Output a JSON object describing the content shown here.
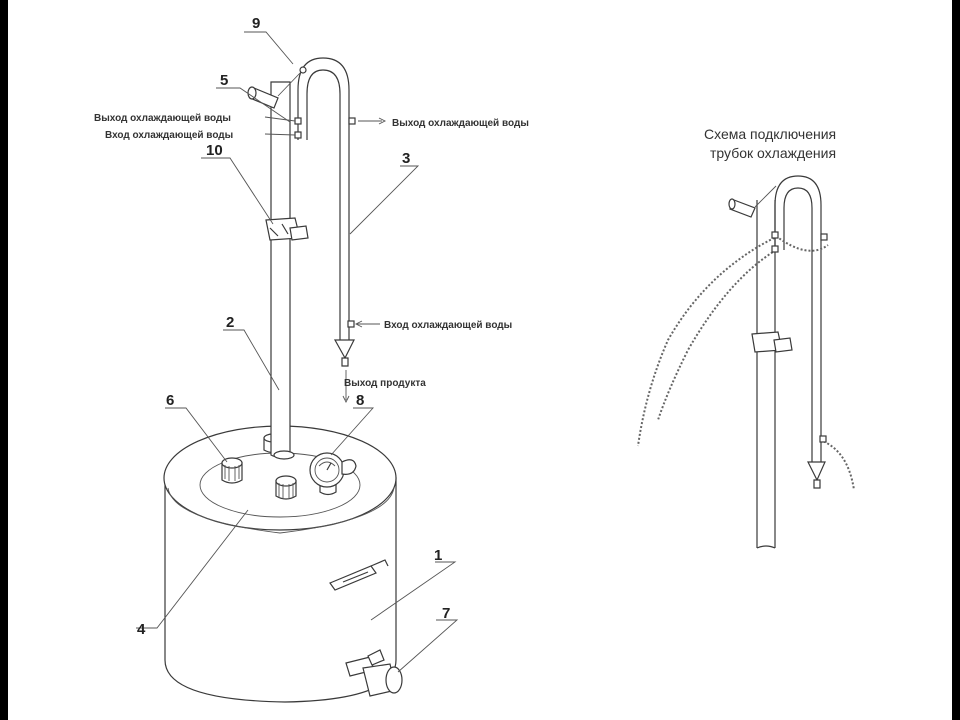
{
  "callouts": {
    "n1": "1",
    "n2": "2",
    "n3": "3",
    "n4": "4",
    "n5": "5",
    "n6": "6",
    "n7": "7",
    "n8": "8",
    "n9": "9",
    "n10": "10"
  },
  "labels": {
    "cooling_water_outlet": "Выход охлаждающей воды",
    "cooling_water_inlet": "Вход охлаждающей воды",
    "condenser_water_outlet": "Выход охлаждающей воды",
    "condenser_water_inlet": "Вход охлаждающей воды",
    "product_outlet": "Выход продукта"
  },
  "inset": {
    "caption_line1": "Схема подключения",
    "caption_line2": "трубок охлаждения"
  }
}
